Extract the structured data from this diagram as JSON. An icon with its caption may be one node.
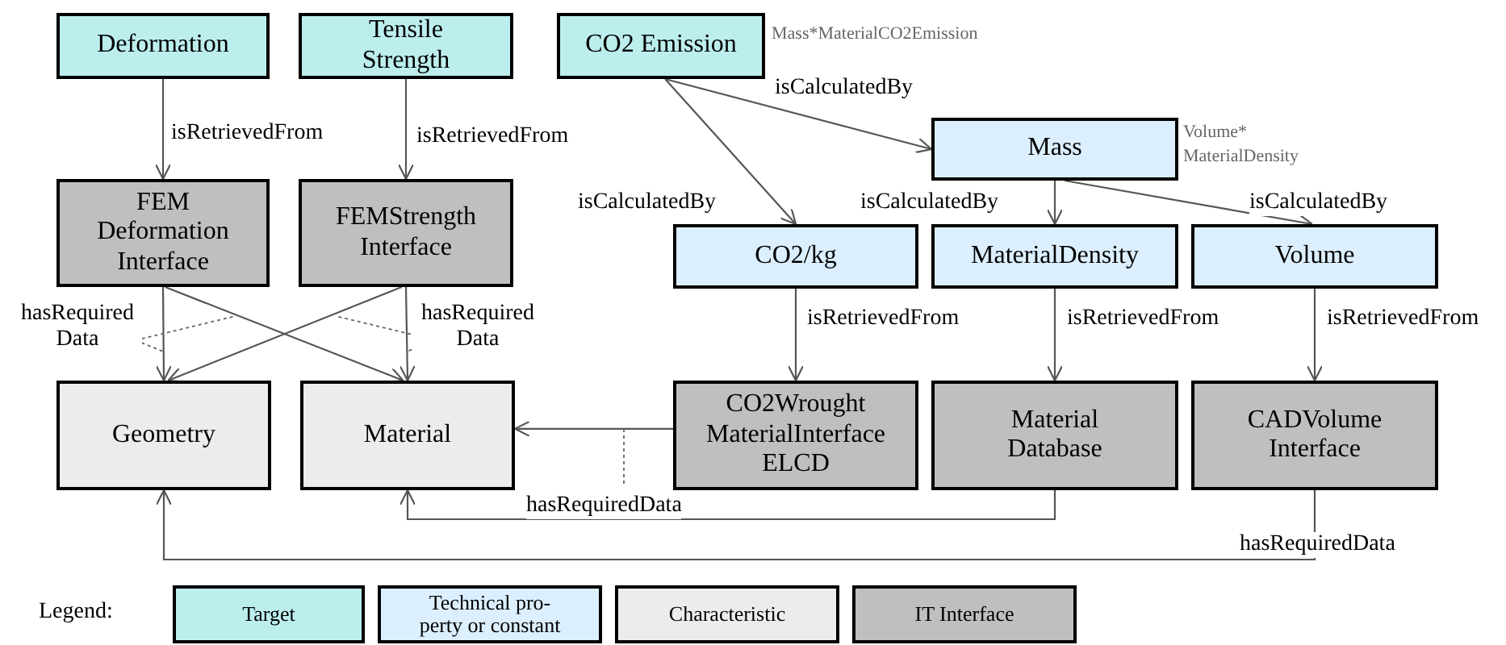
{
  "diagram": {
    "nodes": [
      {
        "text": [
          "Deformation"
        ]
      },
      {
        "text": [
          "Tensile Strength"
        ]
      },
      {
        "text": [
          "CO2 Emission"
        ],
        "beside": [
          "Mass*MaterialCO2Emission"
        ]
      },
      {
        "text": [
          "FEM Deformation Interface"
        ]
      },
      {
        "text": [
          "FEMStrength Interface"
        ]
      },
      {
        "text": [
          "Mass"
        ],
        "beside": [
          "Volume* MaterialDensity"
        ]
      },
      {
        "text": [
          "CO2/kg"
        ]
      },
      {
        "text": [
          "MaterialDensity"
        ]
      },
      {
        "text": [
          "Volume"
        ]
      },
      {
        "text": [
          "Geometry"
        ]
      },
      {
        "text": [
          "Material"
        ]
      },
      {
        "text": [
          "CO2Wrought MaterialInterface ELCD"
        ]
      },
      {
        "text": [
          "Material Database"
        ]
      },
      {
        "text": [
          "CADVolume Interface"
        ]
      }
    ],
    "edges": [
      {
        "from": 0,
        "to": 3,
        "arrow": "to",
        "label": "isRetrievedFrom"
      },
      {
        "from": 1,
        "to": 4,
        "arrow": "to",
        "label": "isRetrievedFrom"
      },
      {
        "from": 2,
        "to": 5,
        "arrow": "to",
        "label": "isCalculatedBy"
      },
      {
        "from": 2,
        "to": 6,
        "arrow": "to",
        "label": "isCalculatedBy"
      },
      {
        "from": 5,
        "to": 7,
        "arrow": "to",
        "label": "isCalculatedBy"
      },
      {
        "from": 5,
        "to": 8,
        "arrow": "to",
        "label": "isCalculatedBy"
      },
      {
        "from": 6,
        "to": 11,
        "arrow": "to",
        "label": "isRetrievedFrom"
      },
      {
        "from": 7,
        "to": 12,
        "arrow": "to",
        "label": "isRetrievedFrom"
      },
      {
        "from": 8,
        "to": 13,
        "arrow": "to",
        "label": "isRetrievedFrom"
      },
      {
        "from": 3,
        "to": 9,
        "arrow": "to",
        "label": "hasRequired Data"
      },
      {
        "from": 3,
        "to": 10,
        "arrow": "to"
      },
      {
        "from": 4,
        "to": 9,
        "arrow": "to"
      },
      {
        "from": 4,
        "to": 10,
        "arrow": "to",
        "label": "hasRequired Data"
      },
      {
        "from": 11,
        "to": 10,
        "arrow": "to"
      },
      {
        "from": 12,
        "to": 10,
        "arrow": "to",
        "label": "hasRequiredData"
      },
      {
        "from": 13,
        "to": 9,
        "arrow": "to",
        "label": "hasRequiredData"
      }
    ],
    "labels": [
      "Legend:"
    ],
    "legend": [
      {
        "text": "Target",
        "color": "#bdeeee"
      },
      {
        "text": "Technical pro-perty or constant",
        "color": "#dcefff"
      },
      {
        "text": "Characteristic",
        "color": "#ececec"
      },
      {
        "text": "IT Interface",
        "color": "#bfbfbf"
      }
    ]
  }
}
